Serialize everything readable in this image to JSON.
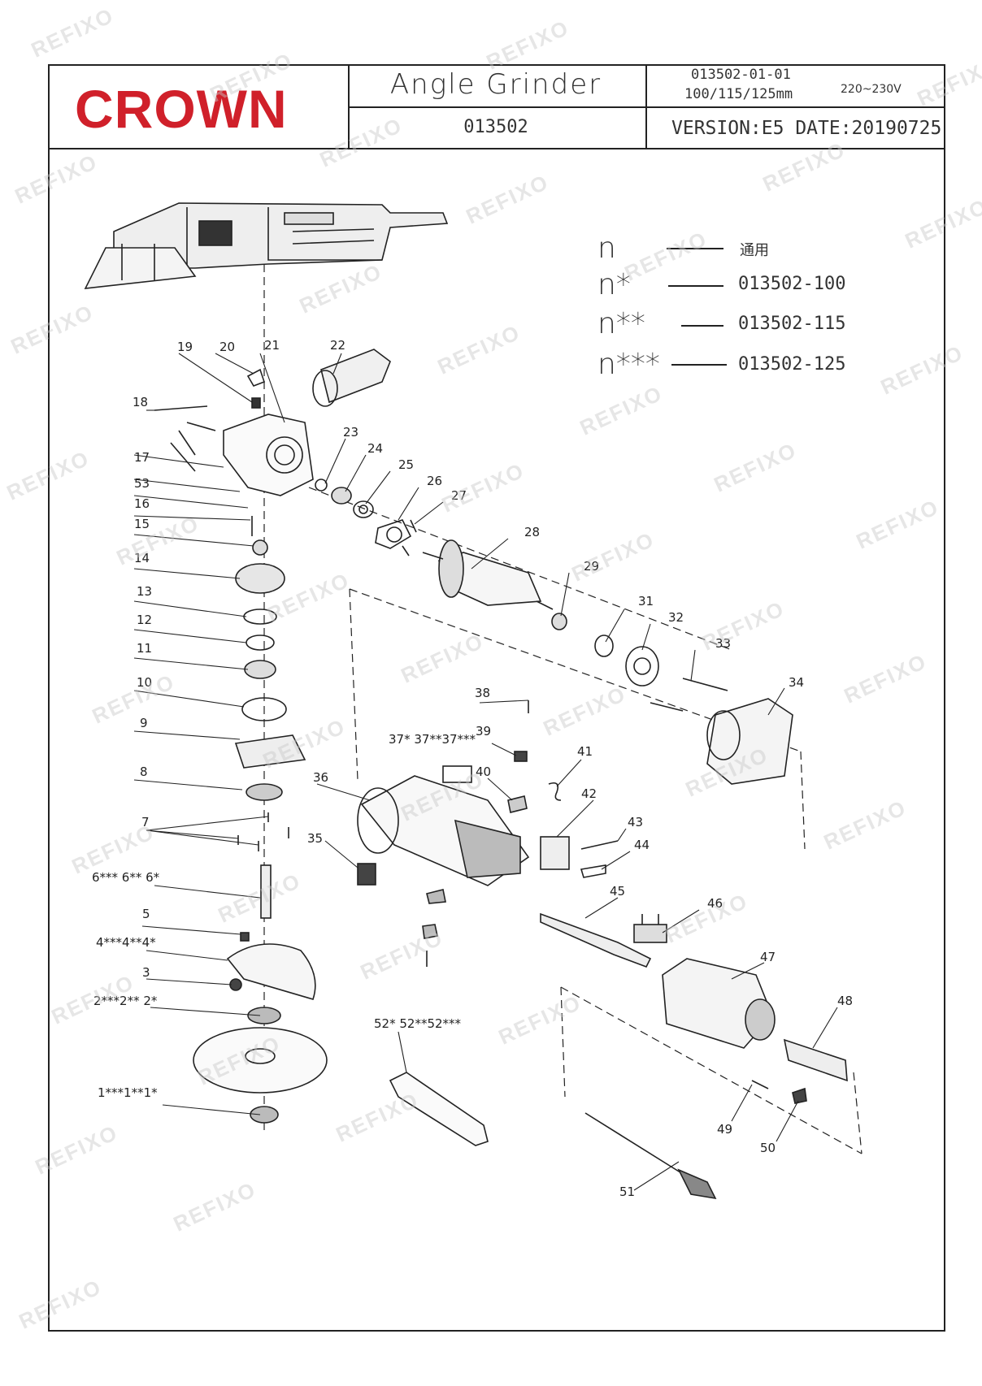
{
  "header": {
    "brand": "CROWN",
    "title": "Angle Grinder",
    "model": "013502",
    "code": "013502-01-01",
    "sizes": "100/115/125mm",
    "voltage": "220~230V",
    "version": "VERSION:E5 DATE:20190725"
  },
  "legend": [
    {
      "symbol": "n",
      "value": "通用"
    },
    {
      "symbol": "n*",
      "value": "013502-100"
    },
    {
      "symbol": "n**",
      "value": "013502-115"
    },
    {
      "symbol": "n***",
      "value": "013502-125"
    }
  ],
  "watermark": "REFIXO",
  "parts": {
    "p1": "1***1**1*",
    "p2": "2***2** 2*",
    "p3": "3",
    "p4": "4***4**4*",
    "p5": "5",
    "p6": "6*** 6** 6*",
    "p7": "7",
    "p8": "8",
    "p9": "9",
    "p10": "10",
    "p11": "11",
    "p12": "12",
    "p13": "13",
    "p14": "14",
    "p15": "15",
    "p16": "16",
    "p17": "17",
    "p18": "18",
    "p19": "19",
    "p20": "20",
    "p21": "21",
    "p22": "22",
    "p23": "23",
    "p24": "24",
    "p25": "25",
    "p26": "26",
    "p27": "27",
    "p28": "28",
    "p29": "29",
    "p31": "31",
    "p32": "32",
    "p33": "33",
    "p34": "34",
    "p35": "35",
    "p36": "36",
    "p37": "37* 37**37***",
    "p38": "38",
    "p39": "39",
    "p40": "40",
    "p41": "41",
    "p42": "42",
    "p43": "43",
    "p44": "44",
    "p45": "45",
    "p46": "46",
    "p47": "47",
    "p48": "48",
    "p49": "49",
    "p50": "50",
    "p51": "51",
    "p53": "53",
    "p52": "52* 52**52***"
  }
}
